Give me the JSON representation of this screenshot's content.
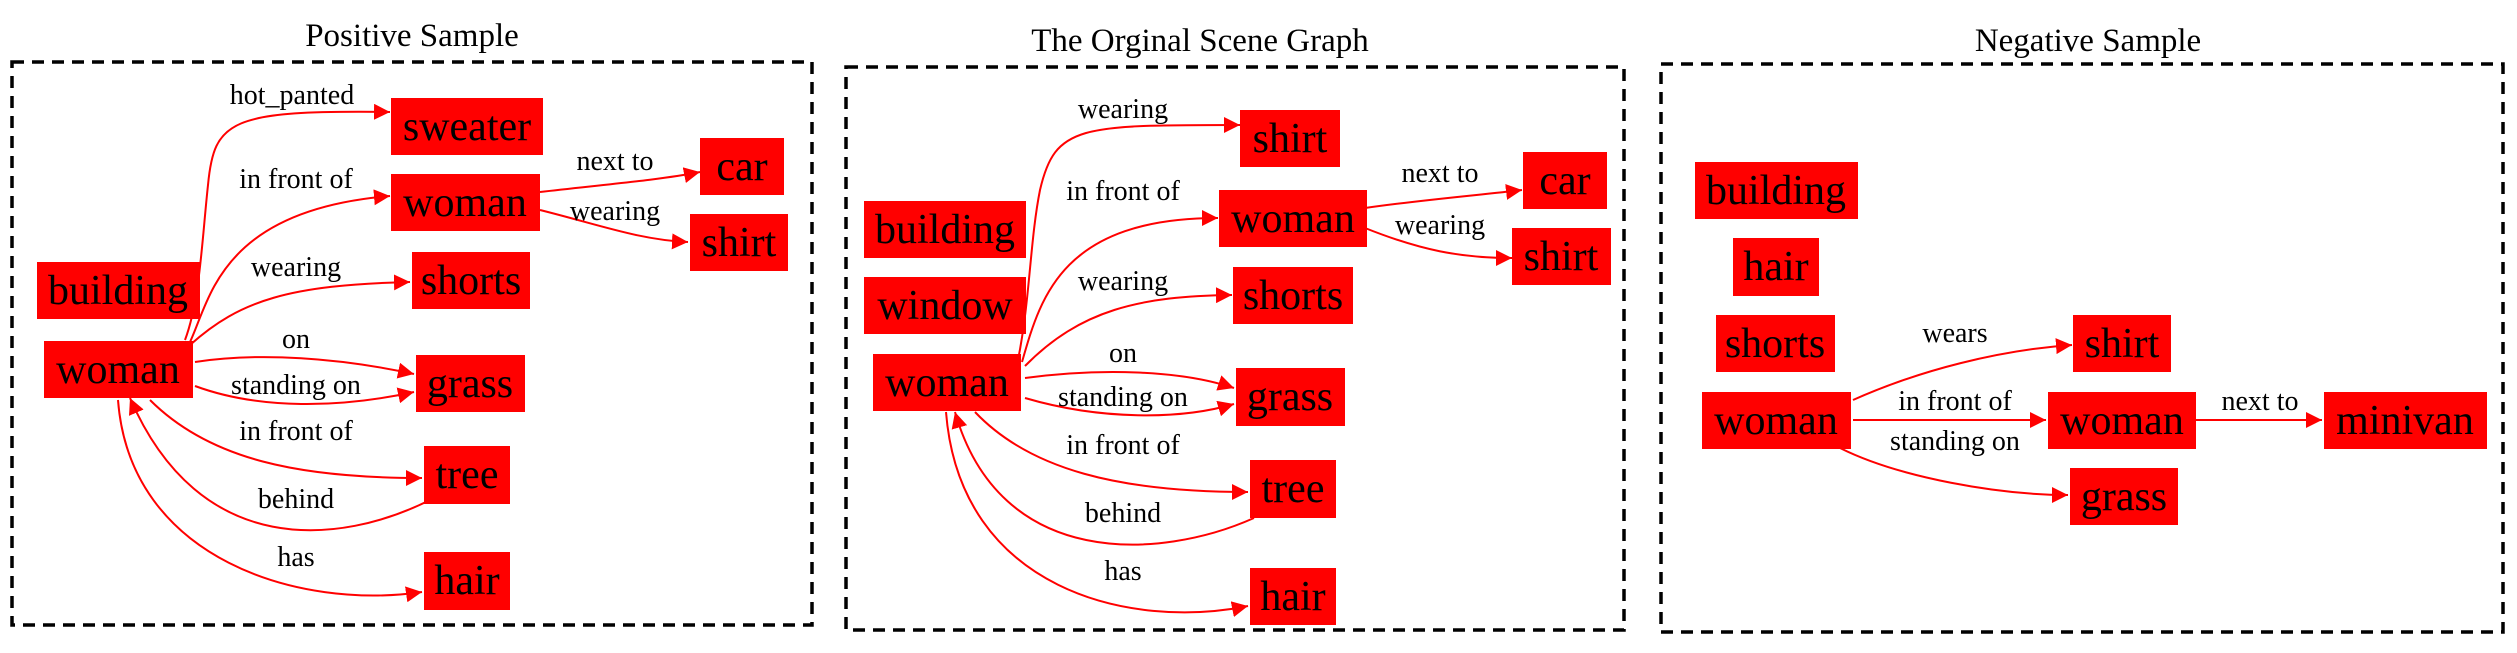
{
  "colors": {
    "node": "#ff0000",
    "edge": "#ff0000",
    "frame": "#000000"
  },
  "panels": [
    {
      "title": "Positive Sample",
      "nodes": [
        {
          "id": "sweater",
          "label": "sweater"
        },
        {
          "id": "woman2",
          "label": "woman"
        },
        {
          "id": "car",
          "label": "car"
        },
        {
          "id": "shirt",
          "label": "shirt"
        },
        {
          "id": "building",
          "label": "building"
        },
        {
          "id": "shorts",
          "label": "shorts"
        },
        {
          "id": "woman",
          "label": "woman"
        },
        {
          "id": "grass",
          "label": "grass"
        },
        {
          "id": "tree",
          "label": "tree"
        },
        {
          "id": "hair",
          "label": "hair"
        }
      ],
      "edges": [
        {
          "from": "woman",
          "to": "sweater",
          "label": "hot_panted"
        },
        {
          "from": "woman",
          "to": "woman2",
          "label": "in front of"
        },
        {
          "from": "woman2",
          "to": "car",
          "label": "next to"
        },
        {
          "from": "woman2",
          "to": "shirt",
          "label": "wearing"
        },
        {
          "from": "woman",
          "to": "shorts",
          "label": "wearing"
        },
        {
          "from": "woman",
          "to": "grass",
          "label": "on"
        },
        {
          "from": "woman",
          "to": "grass",
          "label": "standing on"
        },
        {
          "from": "woman",
          "to": "tree",
          "label": "in front of"
        },
        {
          "from": "tree",
          "to": "woman",
          "label": "behind"
        },
        {
          "from": "woman",
          "to": "hair",
          "label": "has"
        }
      ]
    },
    {
      "title": "The Orginal Scene Graph",
      "nodes": [
        {
          "id": "shirt",
          "label": "shirt"
        },
        {
          "id": "building",
          "label": "building"
        },
        {
          "id": "woman2",
          "label": "woman"
        },
        {
          "id": "car",
          "label": "car"
        },
        {
          "id": "shirt2",
          "label": "shirt"
        },
        {
          "id": "window",
          "label": "window"
        },
        {
          "id": "shorts",
          "label": "shorts"
        },
        {
          "id": "woman",
          "label": "woman"
        },
        {
          "id": "grass",
          "label": "grass"
        },
        {
          "id": "tree",
          "label": "tree"
        },
        {
          "id": "hair",
          "label": "hair"
        }
      ],
      "edges": [
        {
          "from": "woman",
          "to": "shirt",
          "label": "wearing"
        },
        {
          "from": "woman",
          "to": "woman2",
          "label": "in front of"
        },
        {
          "from": "woman2",
          "to": "car",
          "label": "next to"
        },
        {
          "from": "woman2",
          "to": "shirt2",
          "label": "wearing"
        },
        {
          "from": "woman",
          "to": "shorts",
          "label": "wearing"
        },
        {
          "from": "woman",
          "to": "grass",
          "label": "on"
        },
        {
          "from": "woman",
          "to": "grass",
          "label": "standing on"
        },
        {
          "from": "woman",
          "to": "tree",
          "label": "in front of"
        },
        {
          "from": "tree",
          "to": "woman",
          "label": "behind"
        },
        {
          "from": "woman",
          "to": "hair",
          "label": "has"
        }
      ]
    },
    {
      "title": "Negative Sample",
      "nodes": [
        {
          "id": "building",
          "label": "building"
        },
        {
          "id": "hair",
          "label": "hair"
        },
        {
          "id": "shorts",
          "label": "shorts"
        },
        {
          "id": "shirt",
          "label": "shirt"
        },
        {
          "id": "woman",
          "label": "woman"
        },
        {
          "id": "woman2",
          "label": "woman"
        },
        {
          "id": "minivan",
          "label": "minivan"
        },
        {
          "id": "grass",
          "label": "grass"
        }
      ],
      "edges": [
        {
          "from": "woman",
          "to": "shirt",
          "label": "wears"
        },
        {
          "from": "woman",
          "to": "woman2",
          "label": "in front of"
        },
        {
          "from": "woman2",
          "to": "minivan",
          "label": "next to"
        },
        {
          "from": "woman",
          "to": "grass",
          "label": "standing on"
        }
      ]
    }
  ]
}
